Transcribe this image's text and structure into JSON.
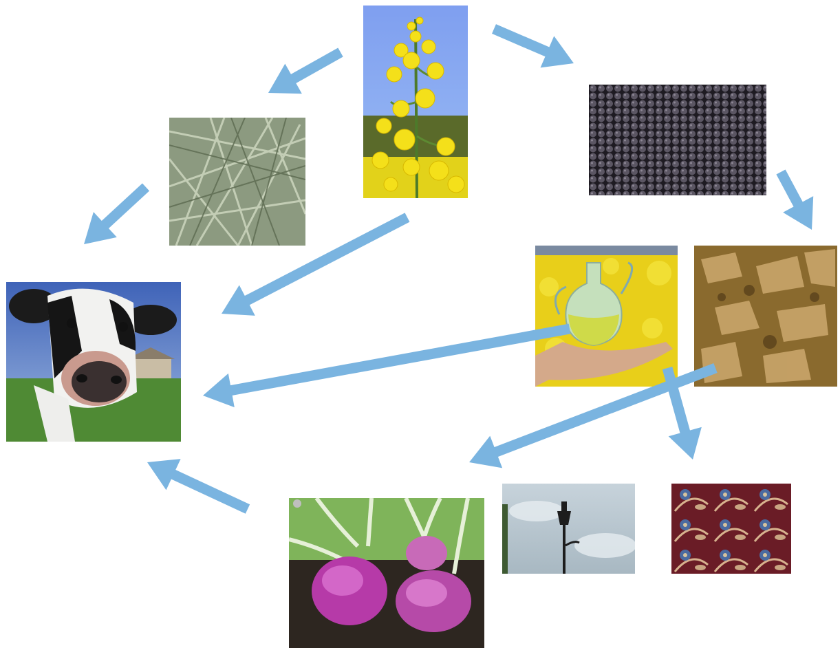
{
  "diagram": {
    "nodes": [
      {
        "id": "rapeseed-flower",
        "icon": "rapeseed-flower-photo"
      },
      {
        "id": "hay",
        "icon": "hay-photo"
      },
      {
        "id": "seeds",
        "icon": "rapeseed-seeds-photo"
      },
      {
        "id": "cow",
        "icon": "cow-photo"
      },
      {
        "id": "oil-carafe",
        "icon": "oil-carafe-photo"
      },
      {
        "id": "seed-meal",
        "icon": "seed-meal-photo"
      },
      {
        "id": "turnips",
        "icon": "turnips-photo"
      },
      {
        "id": "street-lamp",
        "icon": "street-lamp-photo"
      },
      {
        "id": "fabric",
        "icon": "floral-fabric-photo"
      }
    ],
    "edges": [
      {
        "from": "rapeseed-flower",
        "to": "hay"
      },
      {
        "from": "rapeseed-flower",
        "to": "seeds"
      },
      {
        "from": "hay",
        "to": "cow"
      },
      {
        "from": "rapeseed-flower",
        "to": "cow"
      },
      {
        "from": "seeds",
        "to": "seed-meal"
      },
      {
        "from": "oil-carafe",
        "to": "cow"
      },
      {
        "from": "seed-meal",
        "to": "turnips"
      },
      {
        "from": "oil-carafe",
        "to": "fabric"
      },
      {
        "from": "turnips",
        "to": "cow"
      }
    ],
    "colors": {
      "arrow": "#7ab4e0",
      "background": "#ffffff"
    }
  }
}
